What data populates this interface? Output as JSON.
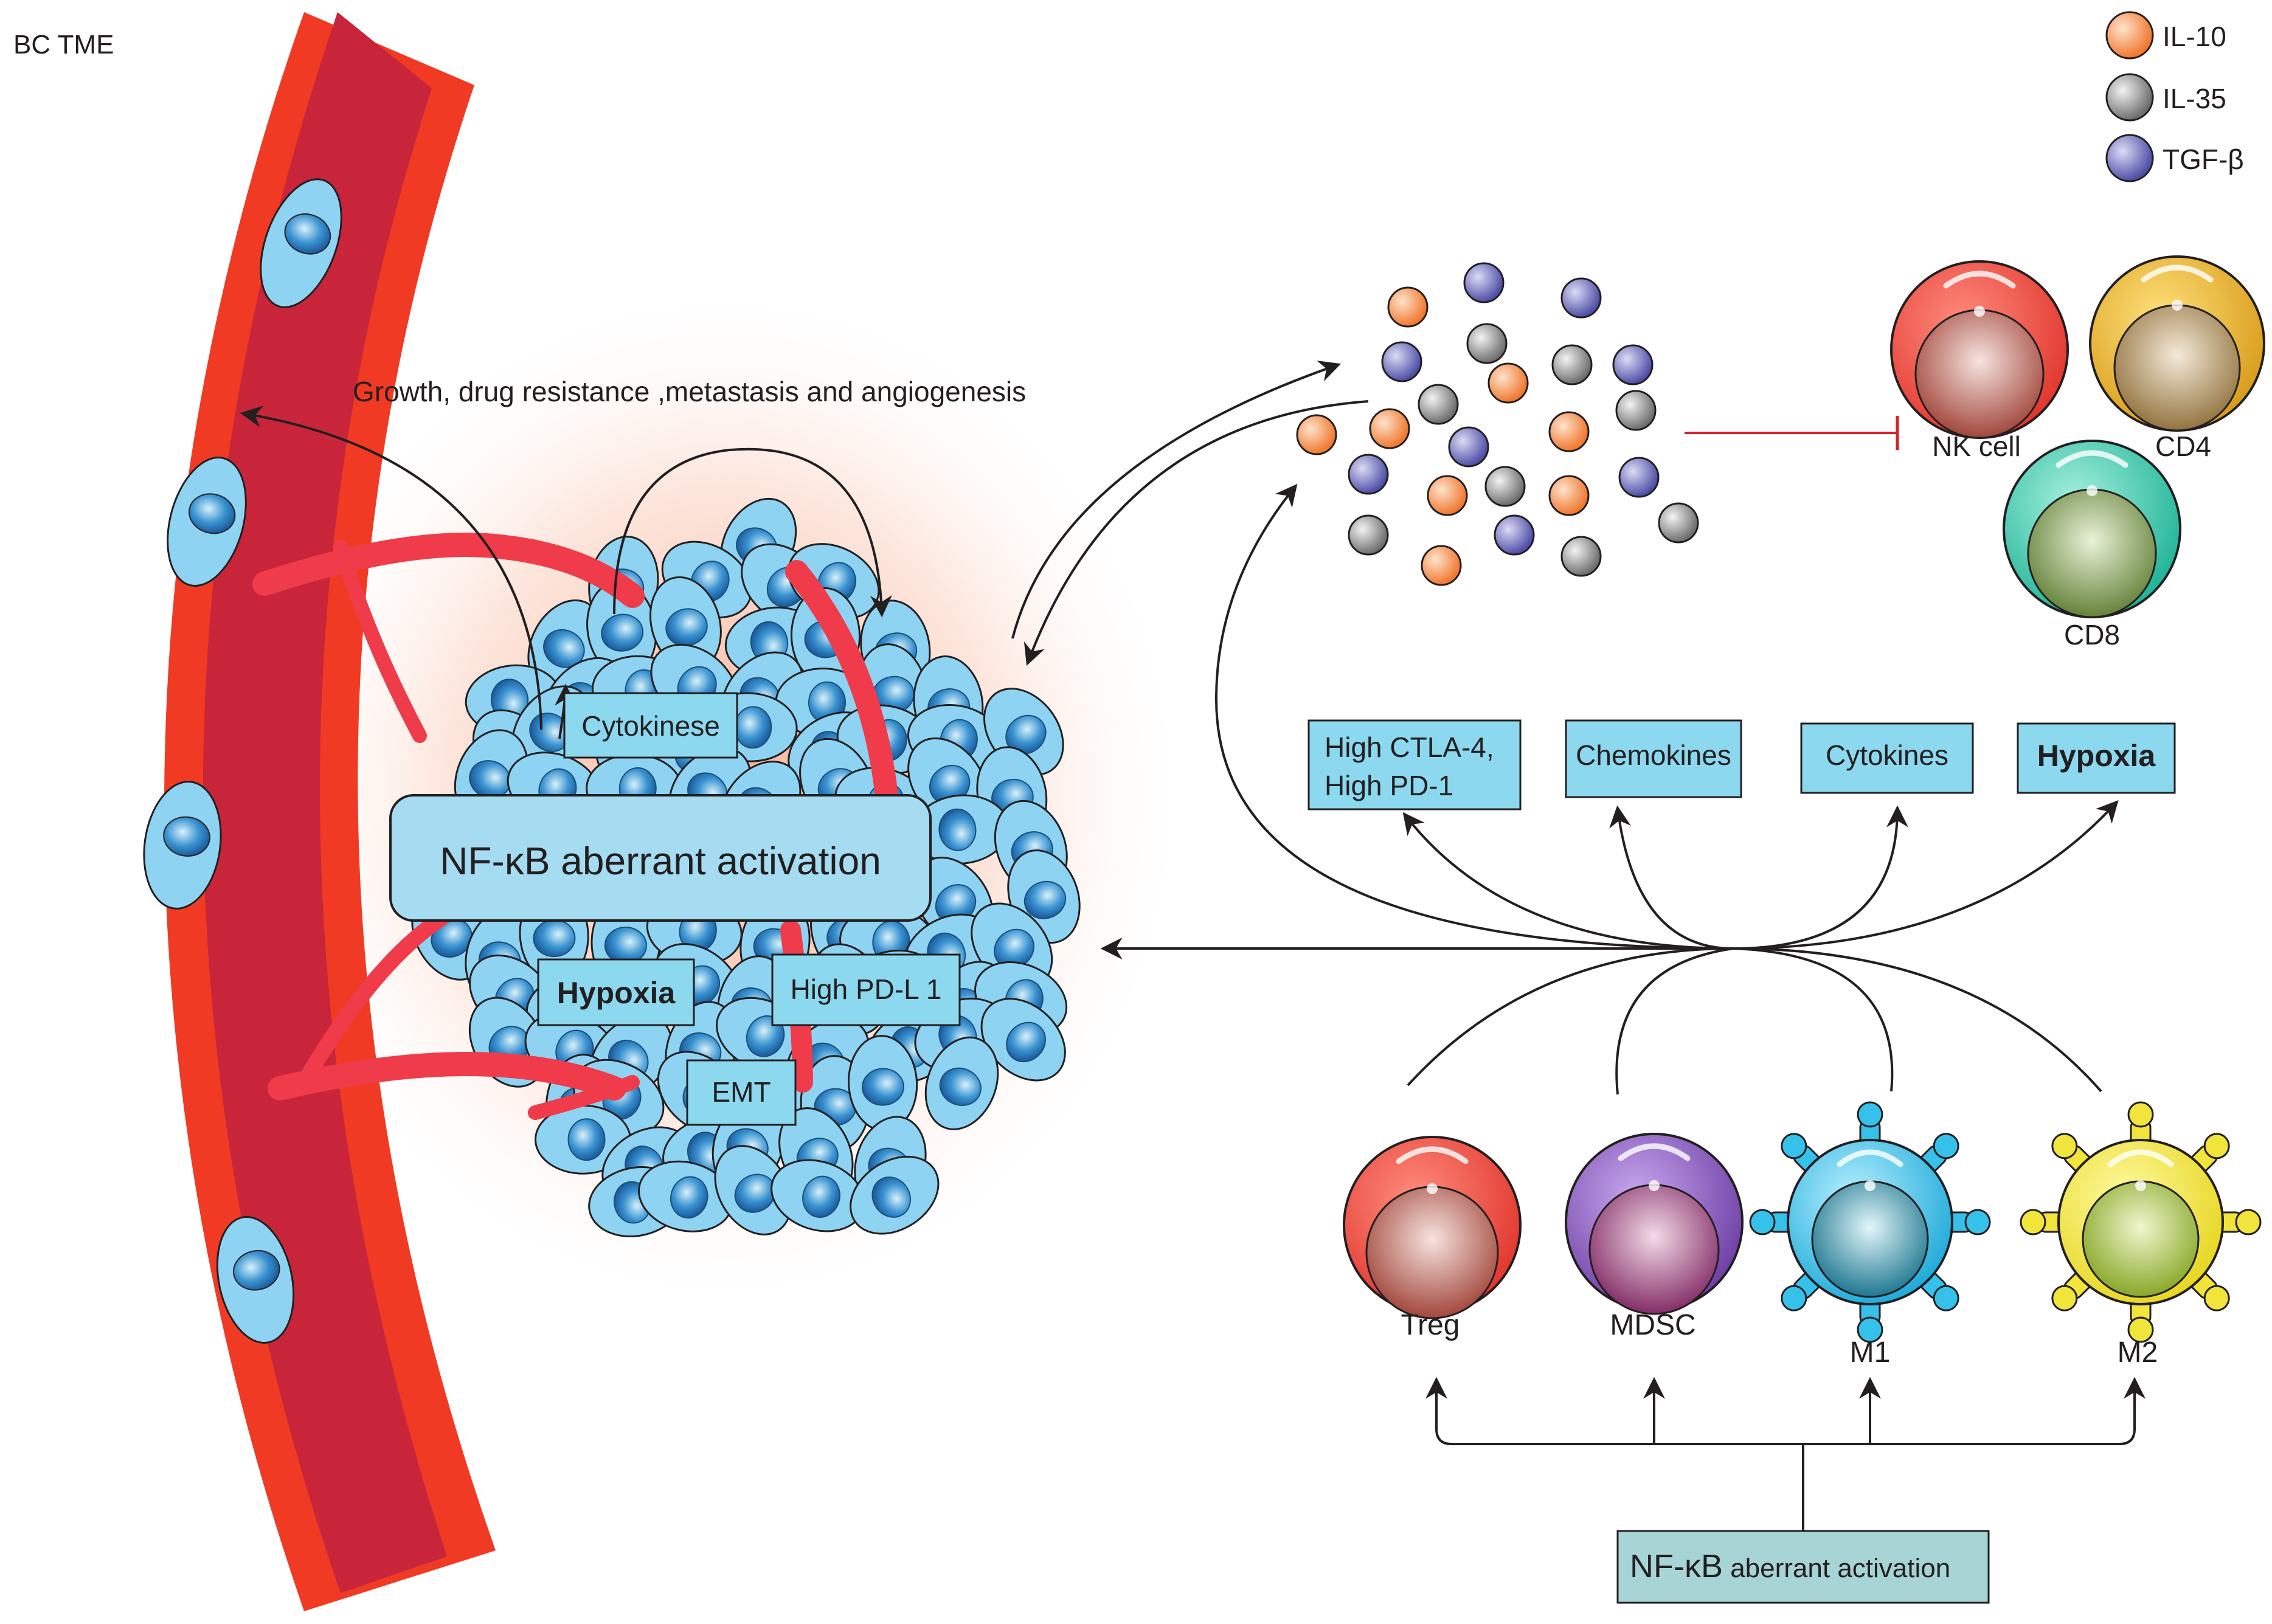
{
  "corner_label": "BC TME",
  "legend": [
    {
      "label": "IL-10",
      "color": "#f08a4b"
    },
    {
      "label": "IL-35",
      "color": "#8c8c8c"
    },
    {
      "label": "TGF-β",
      "color": "#6a6bb8"
    }
  ],
  "tumor": {
    "growth_label": "Growth, drug resistance ,metastasis and angiogenesis",
    "cytokinese": "Cytokinese",
    "nfkb": "NF-κB aberrant activation",
    "hypoxia": "Hypoxia",
    "high_pdl1": "High PD-L 1",
    "emt": "EMT"
  },
  "targets": {
    "nk": "NK cell",
    "cd4": "CD4",
    "cd8": "CD8"
  },
  "effects": {
    "ctla_line1": "High CTLA-4,",
    "ctla_line2": "High PD-1",
    "chemokines": "Chemokines",
    "cytokines": "Cytokines",
    "hypoxia": "Hypoxia"
  },
  "immune_cells": {
    "treg": "Treg",
    "mdsc": "MDSC",
    "m1": "M1",
    "m2": "M2"
  },
  "bottom": {
    "nfkb_bold": "NF-κB",
    "nfkb_rest": " aberrant activation"
  },
  "colors": {
    "vessel": "#c8253a",
    "vessel_edge": "#f03a24",
    "tumor_cell": "#8fd3f2",
    "label_box": "#8cd8ef",
    "bottom_box": "#a7d4d4"
  }
}
